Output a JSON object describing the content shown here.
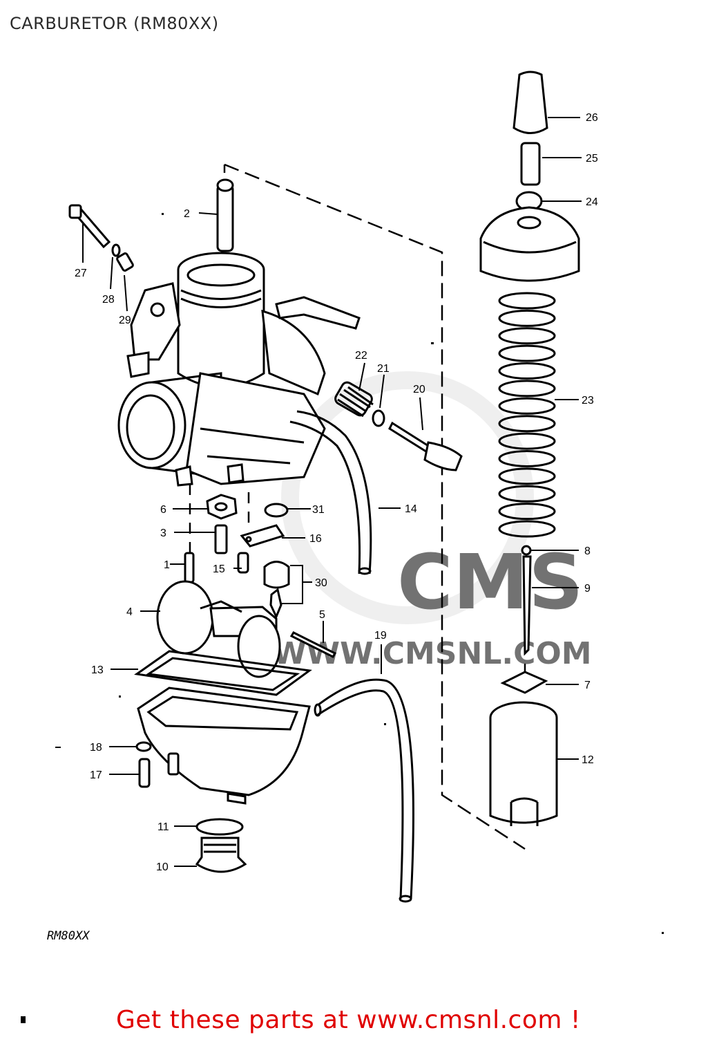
{
  "title": "CARBURETOR (RM80XX)",
  "model_code": "RM80XX",
  "cta": "Get these parts at www.cmsnl.com !",
  "watermark": "CMS",
  "watermark_url": "WWW.CMSNL.COM",
  "callouts": [
    {
      "id": "callout-1",
      "label": "1"
    },
    {
      "id": "callout-2",
      "label": "2"
    },
    {
      "id": "callout-3",
      "label": "3"
    },
    {
      "id": "callout-4",
      "label": "4"
    },
    {
      "id": "callout-5",
      "label": "5"
    },
    {
      "id": "callout-6",
      "label": "6"
    },
    {
      "id": "callout-7",
      "label": "7"
    },
    {
      "id": "callout-8",
      "label": "8"
    },
    {
      "id": "callout-9",
      "label": "9"
    },
    {
      "id": "callout-10",
      "label": "10"
    },
    {
      "id": "callout-11",
      "label": "11"
    },
    {
      "id": "callout-12",
      "label": "12"
    },
    {
      "id": "callout-13",
      "label": "13"
    },
    {
      "id": "callout-14",
      "label": "14"
    },
    {
      "id": "callout-15",
      "label": "15"
    },
    {
      "id": "callout-16",
      "label": "16"
    },
    {
      "id": "callout-17",
      "label": "17"
    },
    {
      "id": "callout-18",
      "label": "18"
    },
    {
      "id": "callout-19",
      "label": "19"
    },
    {
      "id": "callout-20",
      "label": "20"
    },
    {
      "id": "callout-21",
      "label": "21"
    },
    {
      "id": "callout-22",
      "label": "22"
    },
    {
      "id": "callout-23",
      "label": "23"
    },
    {
      "id": "callout-24",
      "label": "24"
    },
    {
      "id": "callout-25",
      "label": "25"
    },
    {
      "id": "callout-26",
      "label": "26"
    },
    {
      "id": "callout-27",
      "label": "27"
    },
    {
      "id": "callout-28",
      "label": "28"
    },
    {
      "id": "callout-29",
      "label": "29"
    },
    {
      "id": "callout-30",
      "label": "30"
    },
    {
      "id": "callout-31",
      "label": "31"
    }
  ],
  "colors": {
    "title": "#2a2a2a",
    "cta": "#e00000",
    "line": "#000000",
    "watermark": "#e4e4e4"
  }
}
